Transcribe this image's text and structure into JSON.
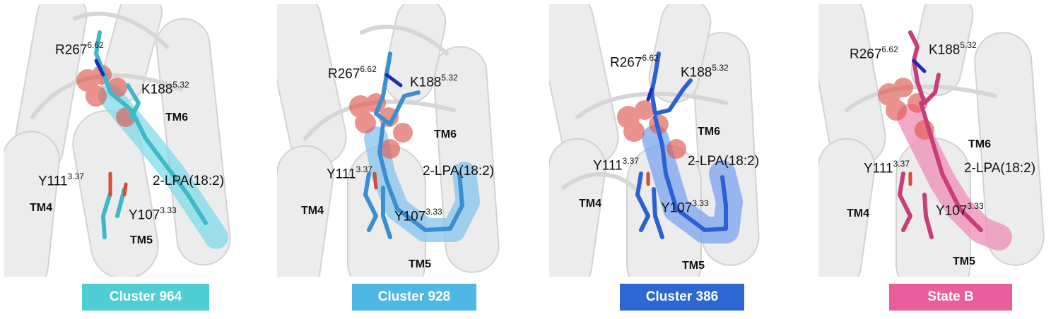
{
  "panels": [
    {
      "badge": "Cluster 964",
      "color": "#4ecdd2",
      "stick": "#3fb8c8",
      "surface": "#7fdbe8",
      "labels": {
        "r267": "R267",
        "r267_sup": "6.62",
        "k188": "K188",
        "k188_sup": "5.32",
        "y111": "Y111",
        "y111_sup": "3.37",
        "y107": "Y107",
        "y107_sup": "3.33",
        "ligand": "2-LPA(18:2)",
        "tm4": "TM4",
        "tm5": "TM5",
        "tm6": "TM6"
      }
    },
    {
      "badge": "Cluster 928",
      "color": "#4fb7e4",
      "stick": "#3a8fd0",
      "surface": "#86c4ee",
      "labels": {
        "r267": "R267",
        "r267_sup": "6.62",
        "k188": "K188",
        "k188_sup": "5.32",
        "y111": "Y111",
        "y111_sup": "3.37",
        "y107": "Y107",
        "y107_sup": "3.33",
        "ligand": "2-LPA(18:2)",
        "tm4": "TM4",
        "tm5": "TM5",
        "tm6": "TM6"
      }
    },
    {
      "badge": "Cluster 386",
      "color": "#2e67d1",
      "stick": "#2a62d4",
      "surface": "#7aa4ee",
      "labels": {
        "r267": "R267",
        "r267_sup": "6.62",
        "k188": "K188",
        "k188_sup": "5.32",
        "y111": "Y111",
        "y111_sup": "3.37",
        "y107": "Y107",
        "y107_sup": "3.33",
        "ligand": "2-LPA(18:2)",
        "tm4": "TM4",
        "tm5": "TM5",
        "tm6": "TM6"
      }
    },
    {
      "badge": "State B",
      "color": "#e95f9b",
      "stick": "#c93d78",
      "surface": "#ef93ba",
      "labels": {
        "r267": "R267",
        "r267_sup": "6.62",
        "k188": "K188",
        "k188_sup": "5.32",
        "y111": "Y111",
        "y111_sup": "3.37",
        "y107": "Y107",
        "y107_sup": "3.33",
        "ligand": "2-LPA(18:2)",
        "tm4": "TM4",
        "tm5": "TM5",
        "tm6": "TM6"
      }
    }
  ]
}
